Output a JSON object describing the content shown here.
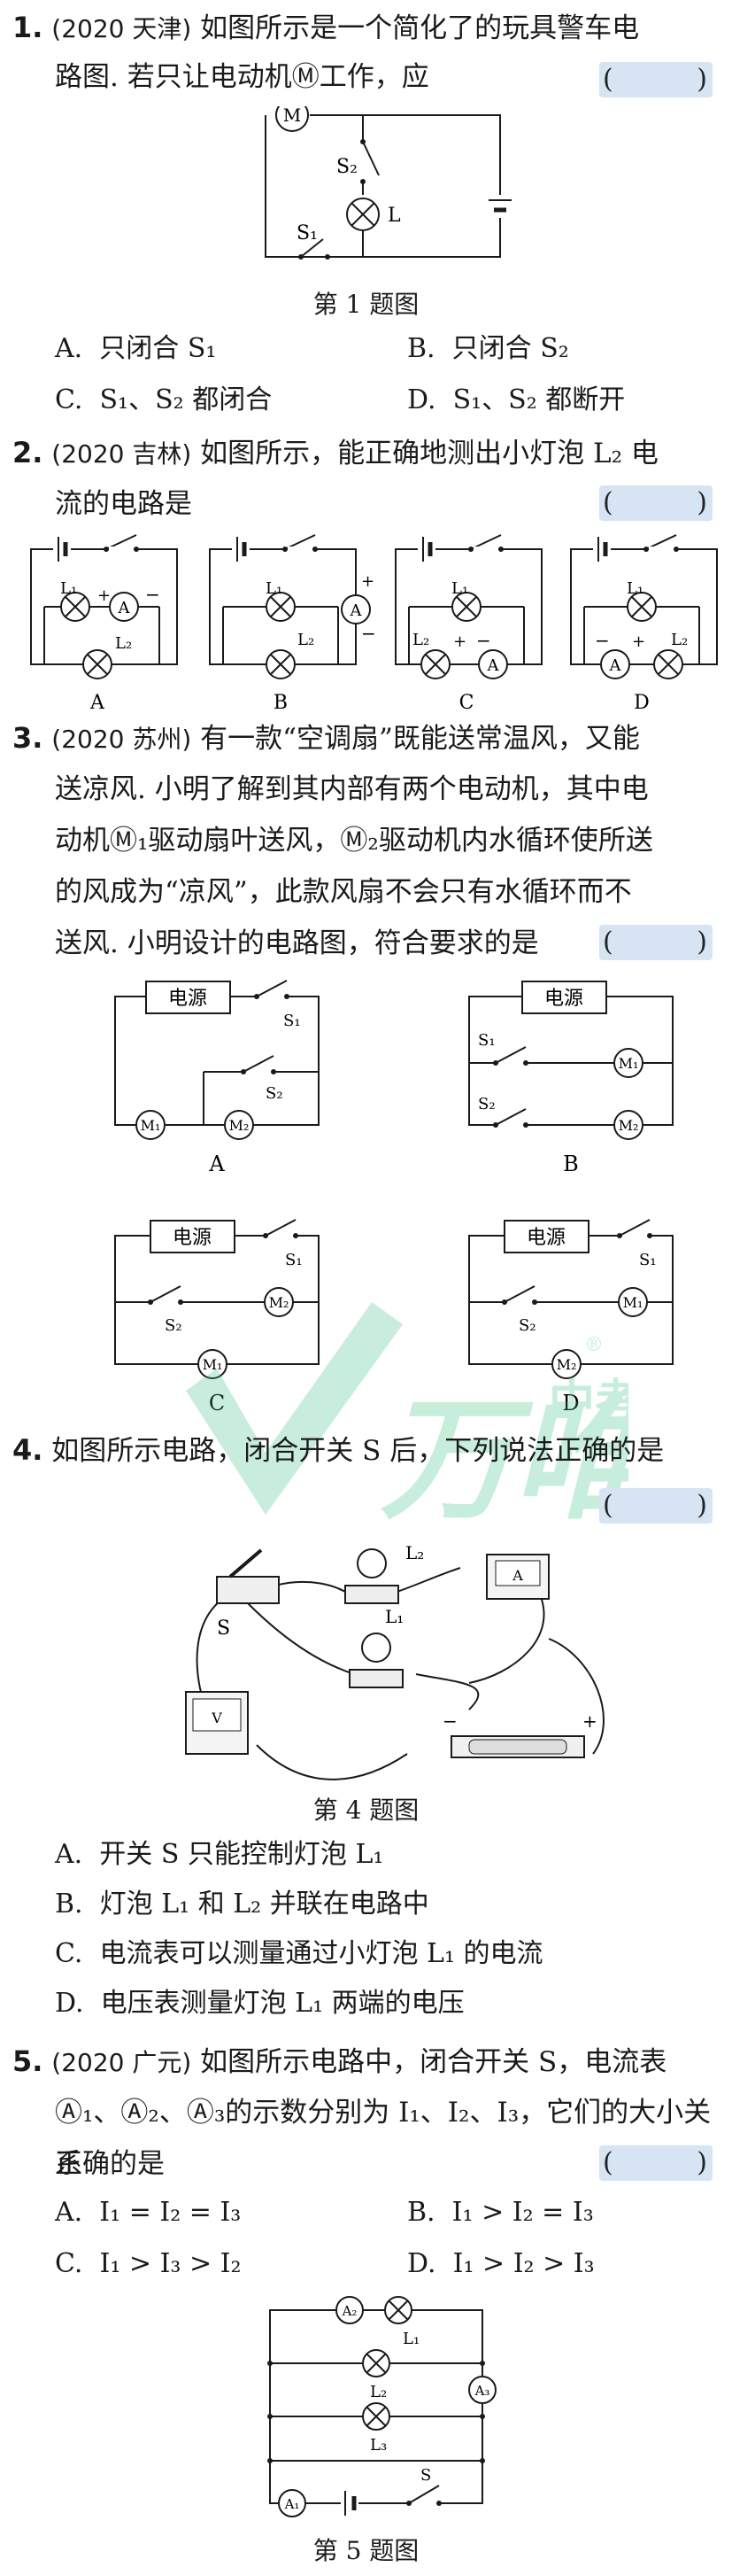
{
  "questions": [
    {
      "number": "1.",
      "source": "(2020 天津)",
      "line1": "如图所示是一个简化了的玩具警车电",
      "line2": "路图. 若只让电动机Ⓜ工作，应",
      "bracket_left": "(",
      "bracket_right": ")",
      "caption": "第 1 题图",
      "figure_labels": {
        "motor": "M",
        "s1": "S₁",
        "s2": "S₂",
        "lamp": "L"
      },
      "options": [
        {
          "key": "A.",
          "text": "只闭合 S₁"
        },
        {
          "key": "B.",
          "text": "只闭合 S₂"
        },
        {
          "key": "C.",
          "text": "S₁、S₂ 都闭合"
        },
        {
          "key": "D.",
          "text": "S₁、S₂ 都断开"
        }
      ]
    },
    {
      "number": "2.",
      "source": "(2020 吉林)",
      "line1": "如图所示，能正确地测出小灯泡 L₂ 电",
      "line2": "流的电路是",
      "bracket_left": "(",
      "bracket_right": ")",
      "figure_labels": {
        "l1": "L₁",
        "l2": "L₂",
        "ammeter": "A",
        "plus": "+",
        "minus": "−"
      },
      "figures": [
        "A",
        "B",
        "C",
        "D"
      ]
    },
    {
      "number": "3.",
      "source": "(2020 苏州)",
      "line1": "有一款“空调扇”既能送常温风，又能",
      "line2": "送凉风. 小明了解到其内部有两个电动机，其中电",
      "line3": "动机Ⓜ₁驱动扇叶送风，Ⓜ₂驱动机内水循环使所送",
      "line4": "的风成为“凉风”，此款风扇不会只有水循环而不",
      "line5": "送风. 小明设计的电路图，符合要求的是",
      "bracket_left": "(",
      "bracket_right": ")",
      "figure_labels": {
        "power": "电源",
        "s1": "S₁",
        "s2": "S₂",
        "m1": "M₁",
        "m2": "M₂"
      },
      "figures": [
        "A",
        "B",
        "C",
        "D"
      ]
    },
    {
      "number": "4.",
      "line1": "如图所示电路，闭合开关 S 后，下列说法正确的是",
      "bracket_left": "(",
      "bracket_right": ")",
      "caption": "第 4 题图",
      "figure_labels": {
        "s": "S",
        "l1": "L₁",
        "l2": "L₂",
        "a": "A",
        "v": "V"
      },
      "options": [
        {
          "key": "A.",
          "text": "开关 S 只能控制灯泡 L₁"
        },
        {
          "key": "B.",
          "text": "灯泡 L₁ 和 L₂ 并联在电路中"
        },
        {
          "key": "C.",
          "text": "电流表可以测量通过小灯泡 L₁ 的电流"
        },
        {
          "key": "D.",
          "text": "电压表测量灯泡 L₁ 两端的电压"
        }
      ]
    },
    {
      "number": "5.",
      "source": "(2020 广元)",
      "line1": "如图所示电路中，闭合开关 S，电流表",
      "line2": "Ⓐ₁、Ⓐ₂、Ⓐ₃的示数分别为 I₁、I₂、I₃，它们的大小关系",
      "line3": "正确的是",
      "bracket_left": "(",
      "bracket_right": ")",
      "caption": "第 5 题图",
      "figure_labels": {
        "a1": "A₁",
        "a2": "A₂",
        "a3": "A₃",
        "l1": "L₁",
        "l2": "L₂",
        "l3": "L₃",
        "s": "S"
      },
      "options": [
        {
          "key": "A.",
          "text": "I₁ = I₂ = I₃"
        },
        {
          "key": "B.",
          "text": "I₁ > I₂ = I₃"
        },
        {
          "key": "C.",
          "text": "I₁ > I₃ > I₂"
        },
        {
          "key": "D.",
          "text": "I₁ > I₂ > I₃"
        }
      ]
    }
  ],
  "watermark": {
    "brand": "万唯",
    "sub": "中考",
    "mark": "®",
    "color": "#3bbf86"
  }
}
